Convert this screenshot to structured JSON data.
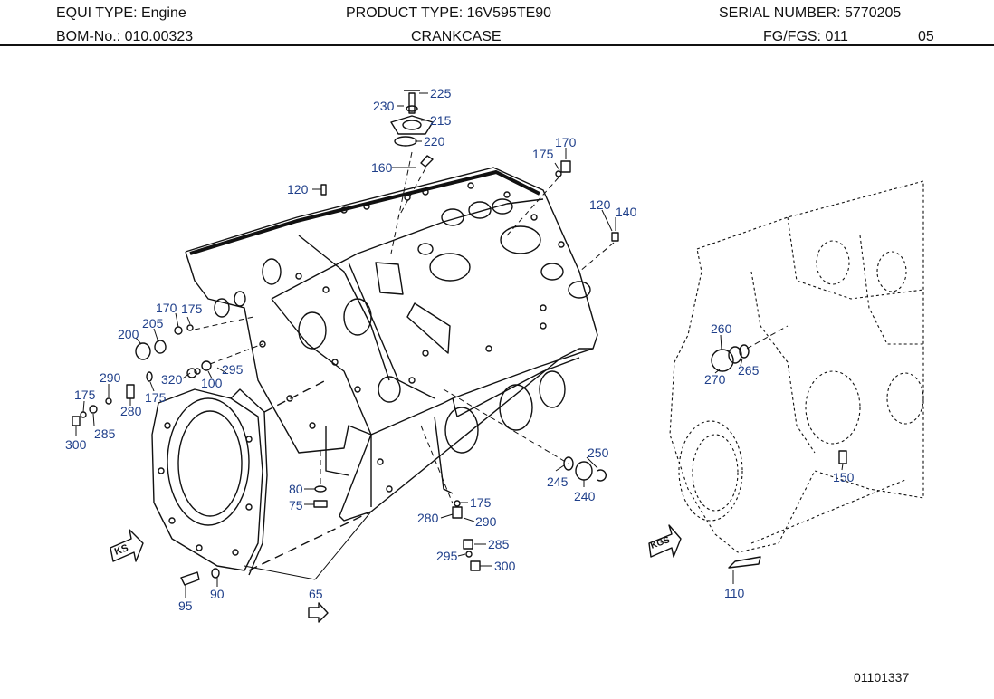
{
  "header": {
    "equi_type": "EQUI TYPE:  Engine",
    "bom_no": "BOM-No.:  010.00323",
    "product_type": "PRODUCT TYPE:  16V595TE90",
    "title": "CRANKCASE",
    "serial_number": "SERIAL NUMBER:  5770205",
    "fg_fgs": "FG/FGS:  011",
    "fg_fgs_suffix": "05"
  },
  "arrow_labels": {
    "ks": "KS",
    "kgs": "KGS"
  },
  "callouts": [
    "225",
    "230",
    "215",
    "220",
    "175",
    "170",
    "160",
    "120",
    "120",
    "140",
    "170",
    "175",
    "205",
    "200",
    "290",
    "320",
    "175",
    "100",
    "295",
    "175",
    "280",
    "285",
    "300",
    "250",
    "245",
    "240",
    "175",
    "280",
    "290",
    "285",
    "295",
    "300",
    "80",
    "75",
    "95",
    "90",
    "65",
    "260",
    "270",
    "265",
    "150",
    "110"
  ],
  "drawing_number": "01101337",
  "colors": {
    "callout": "#1f3f8a",
    "line": "#111111",
    "background": "#ffffff"
  }
}
